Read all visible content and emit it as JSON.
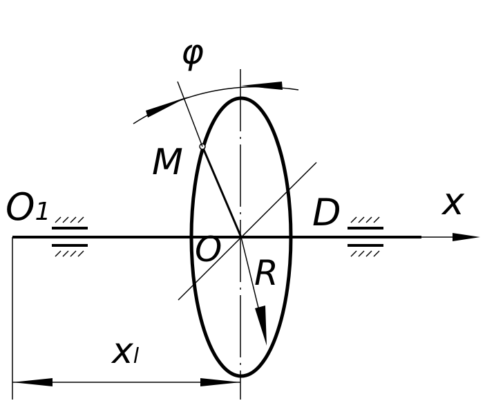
{
  "diagram": {
    "labels": {
      "phi": "φ",
      "m": "M",
      "o1": "O",
      "o1_sub": "1",
      "o": "O",
      "r": "R",
      "d": "D",
      "x": "x",
      "xl": "x",
      "xl_sub": "l"
    },
    "colors": {
      "stroke": "#000000",
      "background": "#ffffff"
    }
  }
}
